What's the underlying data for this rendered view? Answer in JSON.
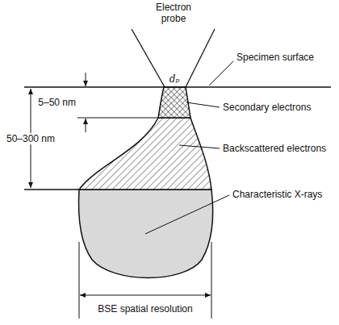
{
  "diagram": {
    "labels": [
      "Electron probe",
      "dₚ",
      "Specimen surface",
      "5–50 nm",
      "Secondary electrons",
      "50–300 nm",
      "Backscattered electrons",
      "Characteristic X-rays",
      "BSE spatial resolution"
    ]
  }
}
